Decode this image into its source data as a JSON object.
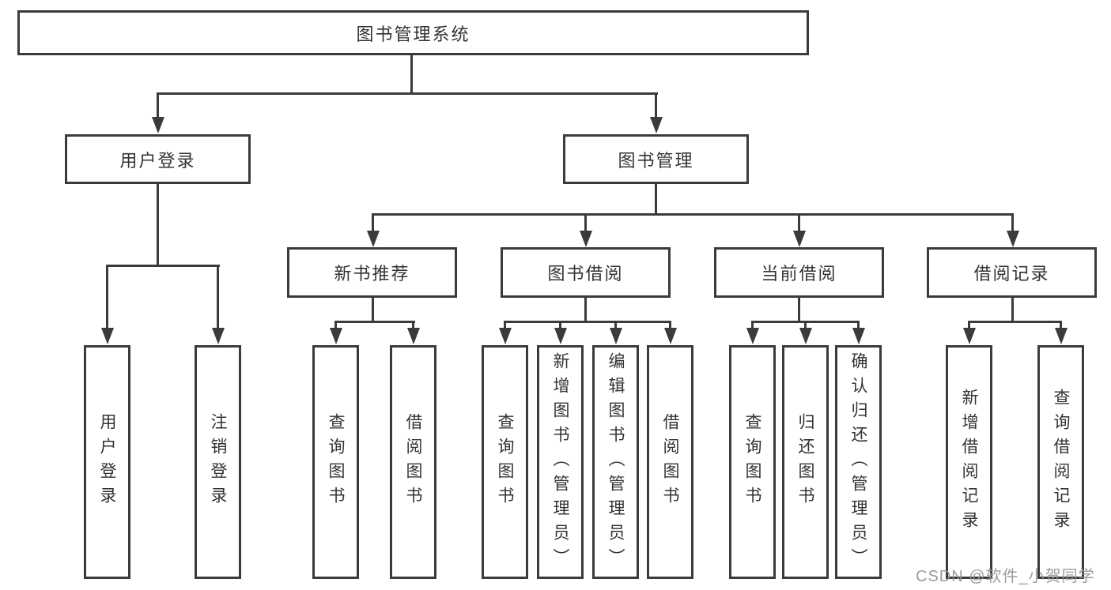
{
  "diagram": {
    "title": "图书管理系统",
    "colors": {
      "line": "#3b3b3b",
      "background": "#ffffff",
      "watermark": "#949494"
    },
    "tree": {
      "root": {
        "label": "图书管理系统"
      },
      "branches": [
        {
          "label": "用户登录",
          "children": [
            {
              "label": "用户登录"
            },
            {
              "label": "注销登录"
            }
          ]
        },
        {
          "label": "图书管理",
          "children": [
            {
              "label": "新书推荐",
              "children": [
                {
                  "label": "查询图书"
                },
                {
                  "label": "借阅图书"
                }
              ]
            },
            {
              "label": "图书借阅",
              "children": [
                {
                  "label": "查询图书"
                },
                {
                  "label": "新增图书（管理员）"
                },
                {
                  "label": "编辑图书（管理员）"
                },
                {
                  "label": "借阅图书"
                }
              ]
            },
            {
              "label": "当前借阅",
              "children": [
                {
                  "label": "查询图书"
                },
                {
                  "label": "归还图书"
                },
                {
                  "label": "确认归还（管理员）"
                }
              ]
            },
            {
              "label": "借阅记录",
              "children": [
                {
                  "label": "新增借阅记录"
                },
                {
                  "label": "查询借阅记录"
                }
              ]
            }
          ]
        }
      ]
    },
    "watermark": "CSDN @软件_小贺同学"
  }
}
